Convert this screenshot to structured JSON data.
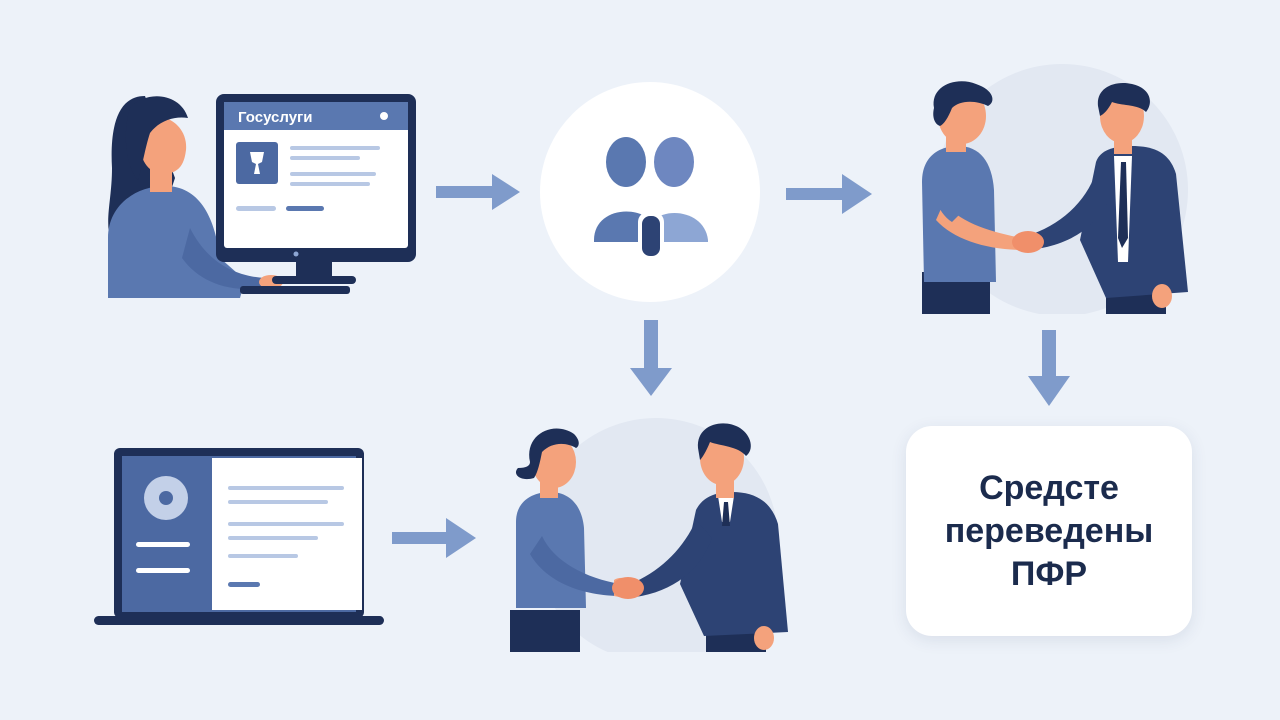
{
  "colors": {
    "background": "#edf2f9",
    "navy": "#1e2f57",
    "blue": "#5a78b0",
    "light_blue": "#8da6d4",
    "arrow": "#7f9bcb",
    "skin": "#f4a27c",
    "white": "#ffffff"
  },
  "portal": {
    "title": "Госуслуги"
  },
  "result": {
    "line1": "Средсте",
    "line2": "переведены",
    "line3": "ПФР"
  },
  "icons": [
    "woman-at-computer-illustration",
    "gosuslugi-monitor",
    "group-users-icon",
    "handshake-illustration",
    "laptop-document-illustration",
    "arrow-right-icon",
    "arrow-down-icon"
  ]
}
